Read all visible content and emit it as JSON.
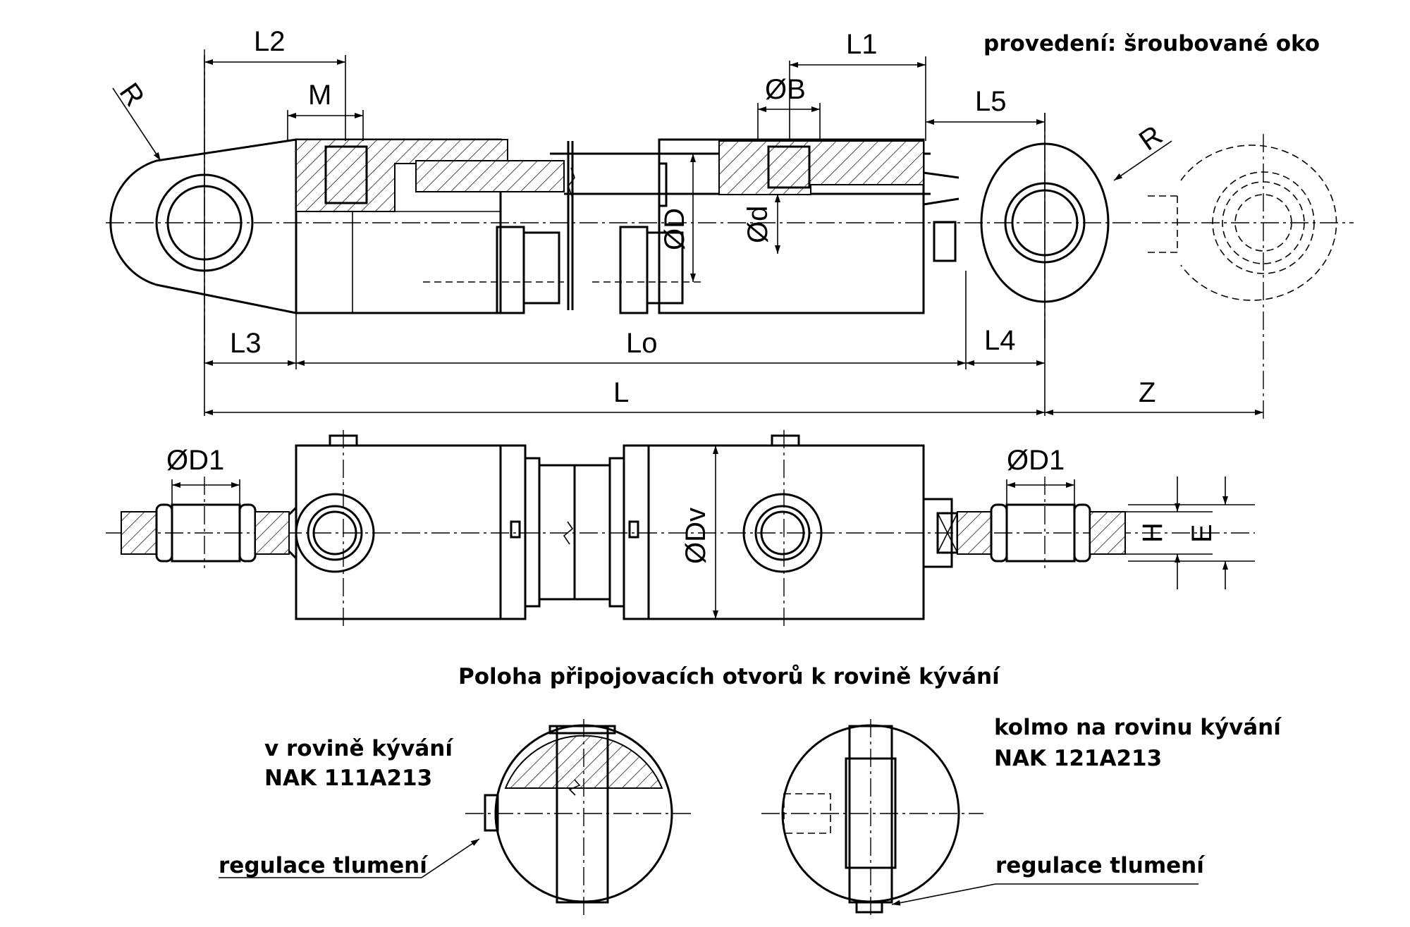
{
  "header_note": "provedení: šroubované oko",
  "dimensions": {
    "R_left": "R",
    "R_right": "R",
    "L2": "L2",
    "M": "M",
    "L1": "L1",
    "B": "ØB",
    "L5": "L5",
    "D": "ØD",
    "d": "Ød",
    "L3": "L3",
    "Lo": "Lo",
    "L4": "L4",
    "L": "L",
    "Z": "Z",
    "D1_left": "ØD1",
    "D1_right": "ØD1",
    "Dv": "ØDv",
    "H": "H",
    "E": "E"
  },
  "section_title": "Poloha připojovacích otvorů k rovině kývání",
  "left_variant": {
    "line1": "v rovině kývání",
    "line2": "NAK 111A213",
    "callout": "regulace tlumení"
  },
  "right_variant": {
    "line1": "kolmo na rovinu kývání",
    "line2": "NAK 121A213",
    "callout": "regulace tlumení"
  }
}
